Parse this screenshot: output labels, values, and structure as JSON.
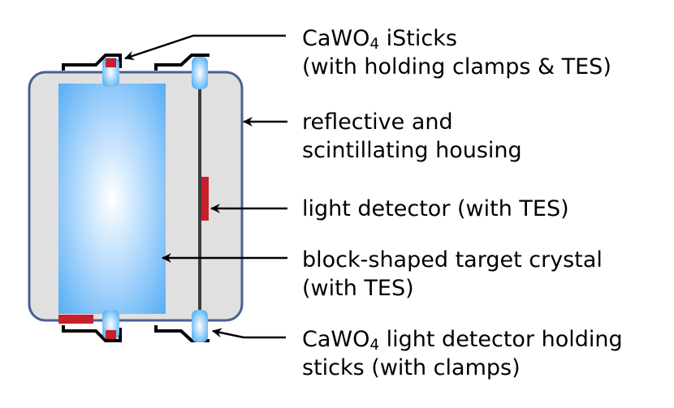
{
  "labels": {
    "isticks": {
      "line1_pre": "CaWO",
      "line1_sub": "4",
      "line1_post": " iSticks",
      "line2": "(with holding clamps & TES)"
    },
    "housing": {
      "line1": "reflective and",
      "line2": "scintillating housing"
    },
    "light_detector": {
      "line1": "light detector (with TES)"
    },
    "crystal": {
      "line1": "block-shaped target crystal",
      "line2": "(with TES)"
    },
    "ld_sticks": {
      "line1_pre": "CaWO",
      "line1_sub": "4",
      "line1_post": " light detector holding",
      "line2": "sticks (with clamps)"
    }
  },
  "colors": {
    "housing_fill": "#e0e0e0",
    "housing_stroke": "#4a5f96",
    "crystal_light": "#ffffff",
    "crystal_dark": "#4aa8f2",
    "tes_red": "#c8202a",
    "detector_line": "#3c3c3c",
    "clamp": "#000000"
  }
}
